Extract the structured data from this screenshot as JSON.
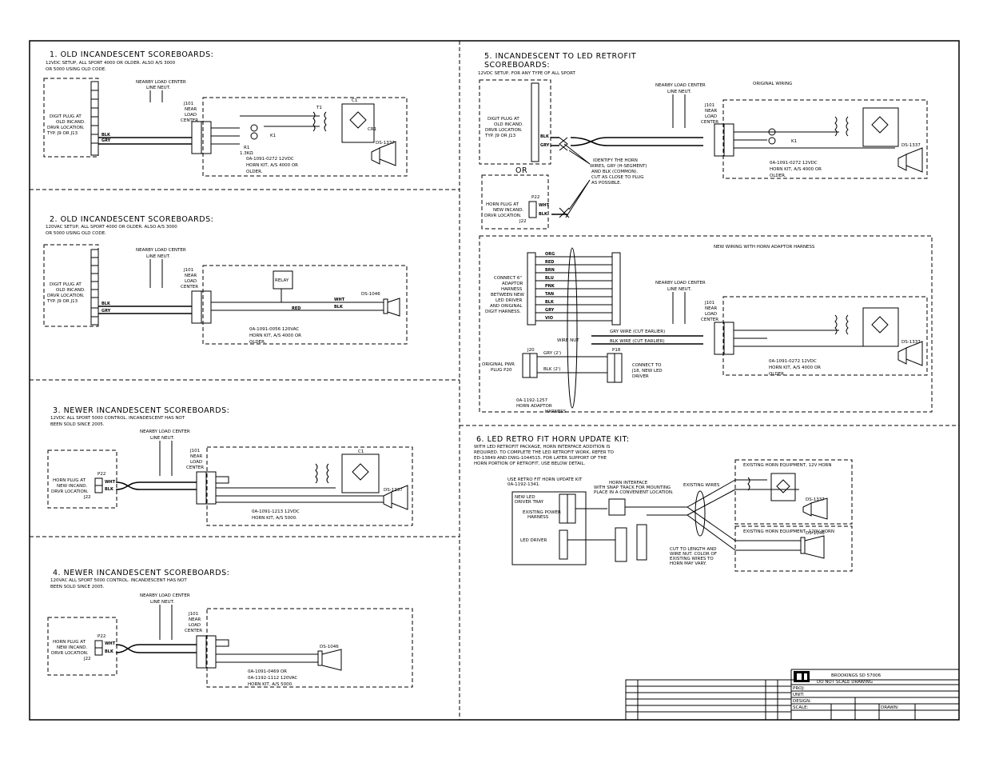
{
  "sections": {
    "s1": {
      "title": "1.  OLD  INCANDESCENT  SCOREBOARDS:",
      "desc1": "12VDC SETUP, ALL SPORT 4000 OR OLDER. ALSO A/S 3000",
      "desc2": "OR 5000 USING OLD CODE.",
      "plug": [
        "DIGIT PLUG AT",
        "OLD INCAND.",
        "DRVR LOCATION.",
        "TYP. J9 OR J13"
      ],
      "load_center": "NEARBY LOAD CENTER",
      "line_neut": "LINE   NEUT.",
      "j101": [
        "J101",
        "NEAR",
        "LOAD",
        "CENTER"
      ],
      "kit": [
        "0A-1091-0272 12VDC",
        "HORN KIT, A/S 4000 OR",
        "OLDER."
      ],
      "horn": "DS-1337"
    },
    "s2": {
      "title": "2.  OLD  INCANDESCENT  SCOREBOARDS:",
      "desc1": "120VAC SETUP, ALL SPORT 4000 OR OLDER. ALSO A/S 3000",
      "desc2": "OR 5000 USING OLD CODE.",
      "plug": [
        "DIGIT PLUG AT",
        "OLD INCAND.",
        "DRVR LOCATION.",
        "TYP. J9 OR J13"
      ],
      "load_center": "NEARBY LOAD CENTER",
      "line_neut": "LINE   NEUT.",
      "j101": [
        "J101",
        "NEAR",
        "LOAD",
        "CENTER"
      ],
      "relay": "RELAY",
      "kit": [
        "0A-1091-0056 120VAC",
        "HORN KIT, A/S 4000 OR",
        "OLDER."
      ],
      "horn": "DS-1046"
    },
    "s3": {
      "title": "3.  NEWER  INCANDESCENT  SCOREBOARDS:",
      "desc1": "12VDC ALL SPORT 5000 CONTROL. INCANDESCENT HAS NOT",
      "desc2": "BEEN SOLD SINCE 2005.",
      "plug": [
        "HORN PLUG AT",
        "NEW INCAND.",
        "DRVR LOCATION.",
        "J22"
      ],
      "p22": "P22",
      "load_center": "NEARBY LOAD CENTER",
      "line_neut": "LINE   NEUT.",
      "j101": [
        "J101",
        "NEAR",
        "LOAD",
        "CENTER"
      ],
      "kit": [
        "0A-1091-1213 12VDC",
        "HORN KIT, A/S 5000."
      ],
      "horn": "DS-1337"
    },
    "s4": {
      "title": "4.  NEWER  INCANDESCENT  SCOREBOARDS:",
      "desc1": "120VAC ALL SPORT 5000 CONTROL. INCANDESCENT HAS NOT",
      "desc2": "BEEN SOLD SINCE 2005.",
      "plug": [
        "HORN PLUG AT",
        "NEW INCAND.",
        "DRVR LOCATION.",
        "J22"
      ],
      "p22": "P22",
      "load_center": "NEARBY LOAD CENTER",
      "line_neut": "LINE   NEUT.",
      "j101": [
        "J101",
        "NEAR",
        "LOAD",
        "CENTER"
      ],
      "kit": [
        "0A-1091-0469 OR",
        "0A-1192-1112 120VAC",
        "HORN KIT, A/S 5000."
      ],
      "horn": "DS-1046"
    },
    "s5": {
      "title1": "5.  INCANDESCENT  TO  LED  RETROFIT",
      "title2": "SCOREBOARDS:",
      "desc1": "12VDC SETUP, FOR ANY TYPE OF ALL SPORT",
      "plug": [
        "DIGIT PLUG AT",
        "OLD INCAND.",
        "DRVR LOCATION.",
        "TYP. J9 OR J13"
      ],
      "or": "OR",
      "horn_plug": [
        "HORN PLUG AT",
        "NEW INCAND.",
        "DRVR LOCATION.",
        "J22"
      ],
      "p22": "P22",
      "original_wiring": "ORIGINAL WIRING",
      "identify": [
        "IDENTIFY THE HORN",
        "WIRES, GRY (H-SEGMENT)",
        "AND BLK (COMMON).",
        "CUT AS CLOSE TO PLUG",
        "AS POSSIBLE."
      ],
      "load_center": "NEARBY LOAD CENTER",
      "line_neut": "LINE   NEUT.",
      "j101": [
        "J101",
        "NEAR",
        "LOAD",
        "CENTER"
      ],
      "kit": [
        "0A-1091-0272 12VDC",
        "HORN KIT, A/S 4000 OR",
        "OLDER."
      ],
      "horn": "DS-1337",
      "new_wiring": "NEW WIRING WITH HORN ADAPTOR HARNESS",
      "colors": [
        "ORG",
        "RED",
        "BRN",
        "BLU",
        "PNK",
        "TAN",
        "BLK",
        "GRY",
        "VIO"
      ],
      "connect": [
        "CONNECT 6\"",
        "ADAPTOR",
        "HARNESS",
        "BETWEEN NEW",
        "LED DRIVER",
        "AND ORIGINAL",
        "DIGIT HARNESS."
      ],
      "wire_nut": "WIRE NUT",
      "gry_cut": "GRY WIRE (CUT EARLIER)",
      "blk_cut": "BLK WIRE (CUT EARLIER)",
      "j20": "J20",
      "gry2": "GRY (2')",
      "blk2": "BLK (2')",
      "p18": "P18",
      "pwr_plug": [
        "ORIGINAL PWR",
        "PLUG P20"
      ],
      "connect_j18": [
        "CONNECT TO",
        "J18, NEW LED",
        "DRIVER"
      ],
      "adaptor": [
        "0A-1192-1257",
        "HORN ADAPTOR",
        "HARNESS"
      ]
    },
    "s6": {
      "title": "6.  LED  RETRO  FIT  HORN  UPDATE  KIT:",
      "desc": [
        "WITH LED RETROFIT PACKAGE, HORN INTERFACE ADDITION IS",
        "REQUIRED.  TO COMPLETE THE LED RETROFIT WORK, REFER TO",
        "ED-13849 AND DWG-1044515. FOR LATER SUPPORT OF THE",
        "HORN PORTION OF RETROFIT, USE BELOW DETAIL."
      ],
      "kit_label": [
        "USE RETRO FIT HORN UPDATE KIT",
        "0A-1192-1341."
      ],
      "tray": [
        "NEW LED",
        "DRIVER TRAY"
      ],
      "existing_power": [
        "EXISTING POWER",
        "HARNESS"
      ],
      "led_driver": "LED DRIVER",
      "interface": [
        "HORN INTERFACE",
        "WITH SNAP TRACK FOR MOUNTING",
        "PLACE IN A CONVENIENT LOCATION."
      ],
      "existing_wires": "EXISTING WIRES",
      "cut_note": [
        "CUT TO LENGTH AND",
        "WIRE NUT.  COLOR OF",
        "EXISTING WIRES TO",
        "HORN MAY VARY."
      ],
      "eq12": "EXISTING HORN EQUIPMENT, 12V HORN",
      "eq120": "EXISTING HORN EQUIPMENT, 120V HORN",
      "horn12": "DS-1337",
      "horn120": "DS-1046"
    }
  },
  "title_block": {
    "city": "BROOKINGS SD 57006",
    "subtitle": "DO NOT SCALE DRAWING",
    "fields": [
      "PROJ:",
      "UNIT:",
      "DESIGN:",
      "SCALE:",
      "DRAWN:"
    ]
  }
}
